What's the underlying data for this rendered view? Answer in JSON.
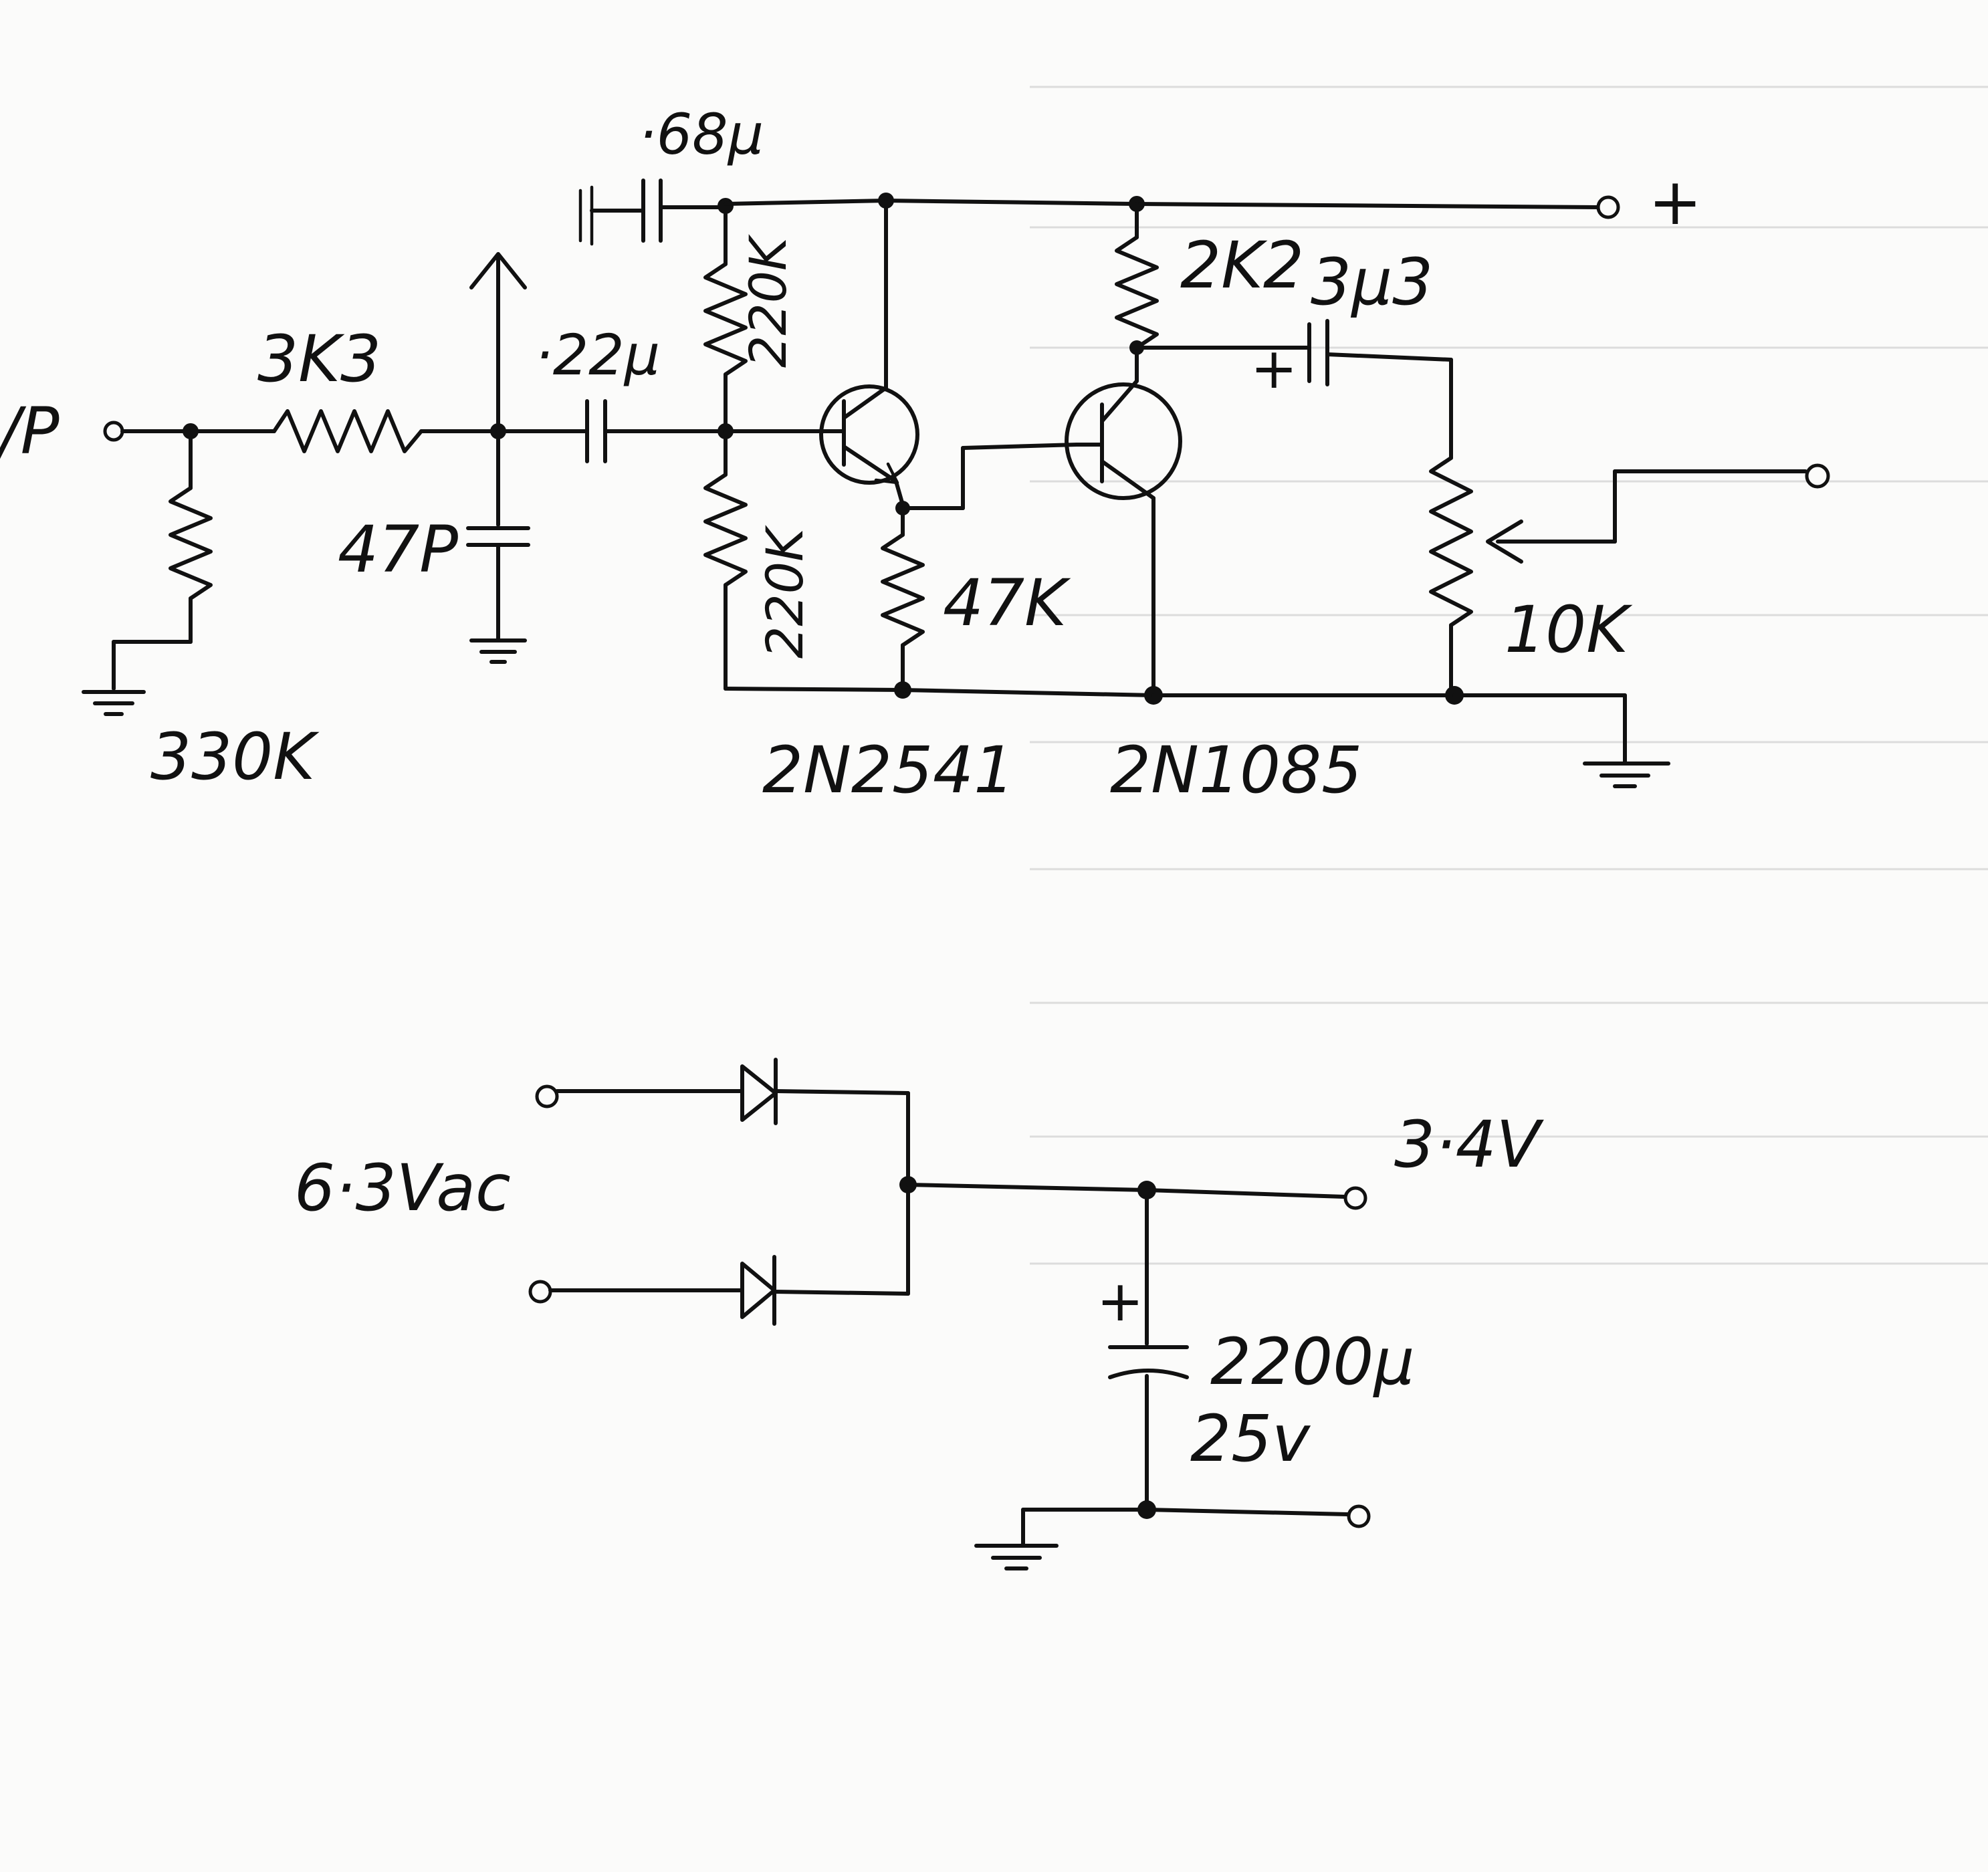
{
  "labels": {
    "input": "I/P",
    "r_in": "3K3",
    "r_bias": "330K",
    "cap_filter": "47P",
    "cap_coupling": "·22μ",
    "cap_supply": "·68μ",
    "r_top": "220K",
    "r_bottom": "220K",
    "r_emitter": "47K",
    "r_collector": "2K2",
    "cap_output": "3μ3",
    "pot": "10K",
    "q1": "2N2541",
    "q2": "2N1085",
    "plus_rail": "+",
    "cap_output_polarity": "+",
    "ac_input": "6·3Vac",
    "dc_output": "3·4V",
    "cap_psu": "2200μ",
    "cap_psu_voltage": "25v",
    "cap_psu_polarity": "+"
  }
}
